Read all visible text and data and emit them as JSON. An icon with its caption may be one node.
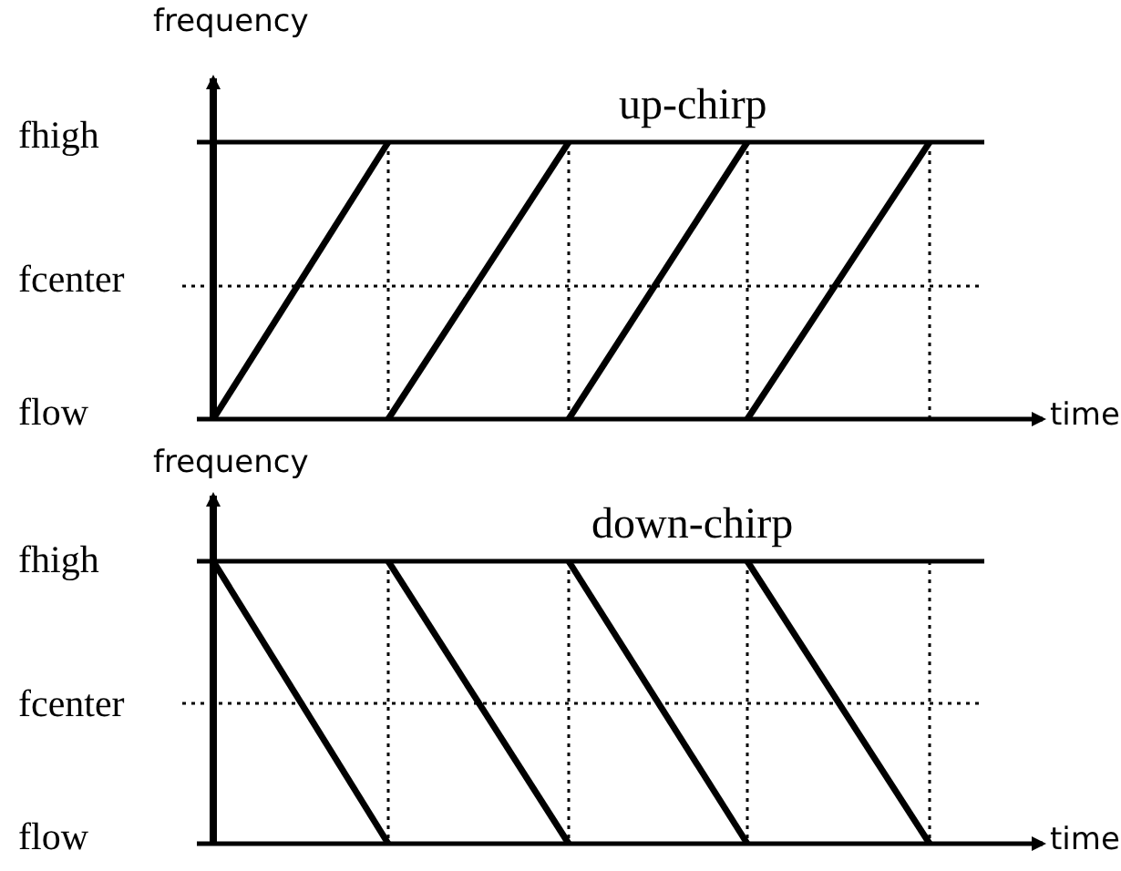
{
  "diagram": {
    "labels": [
      "frequency",
      "up-chirp",
      "fhigh",
      "fcenter",
      "flow",
      "time",
      "frequency",
      "down-chirp",
      "fhigh",
      "fcenter",
      "flow",
      "time"
    ]
  }
}
